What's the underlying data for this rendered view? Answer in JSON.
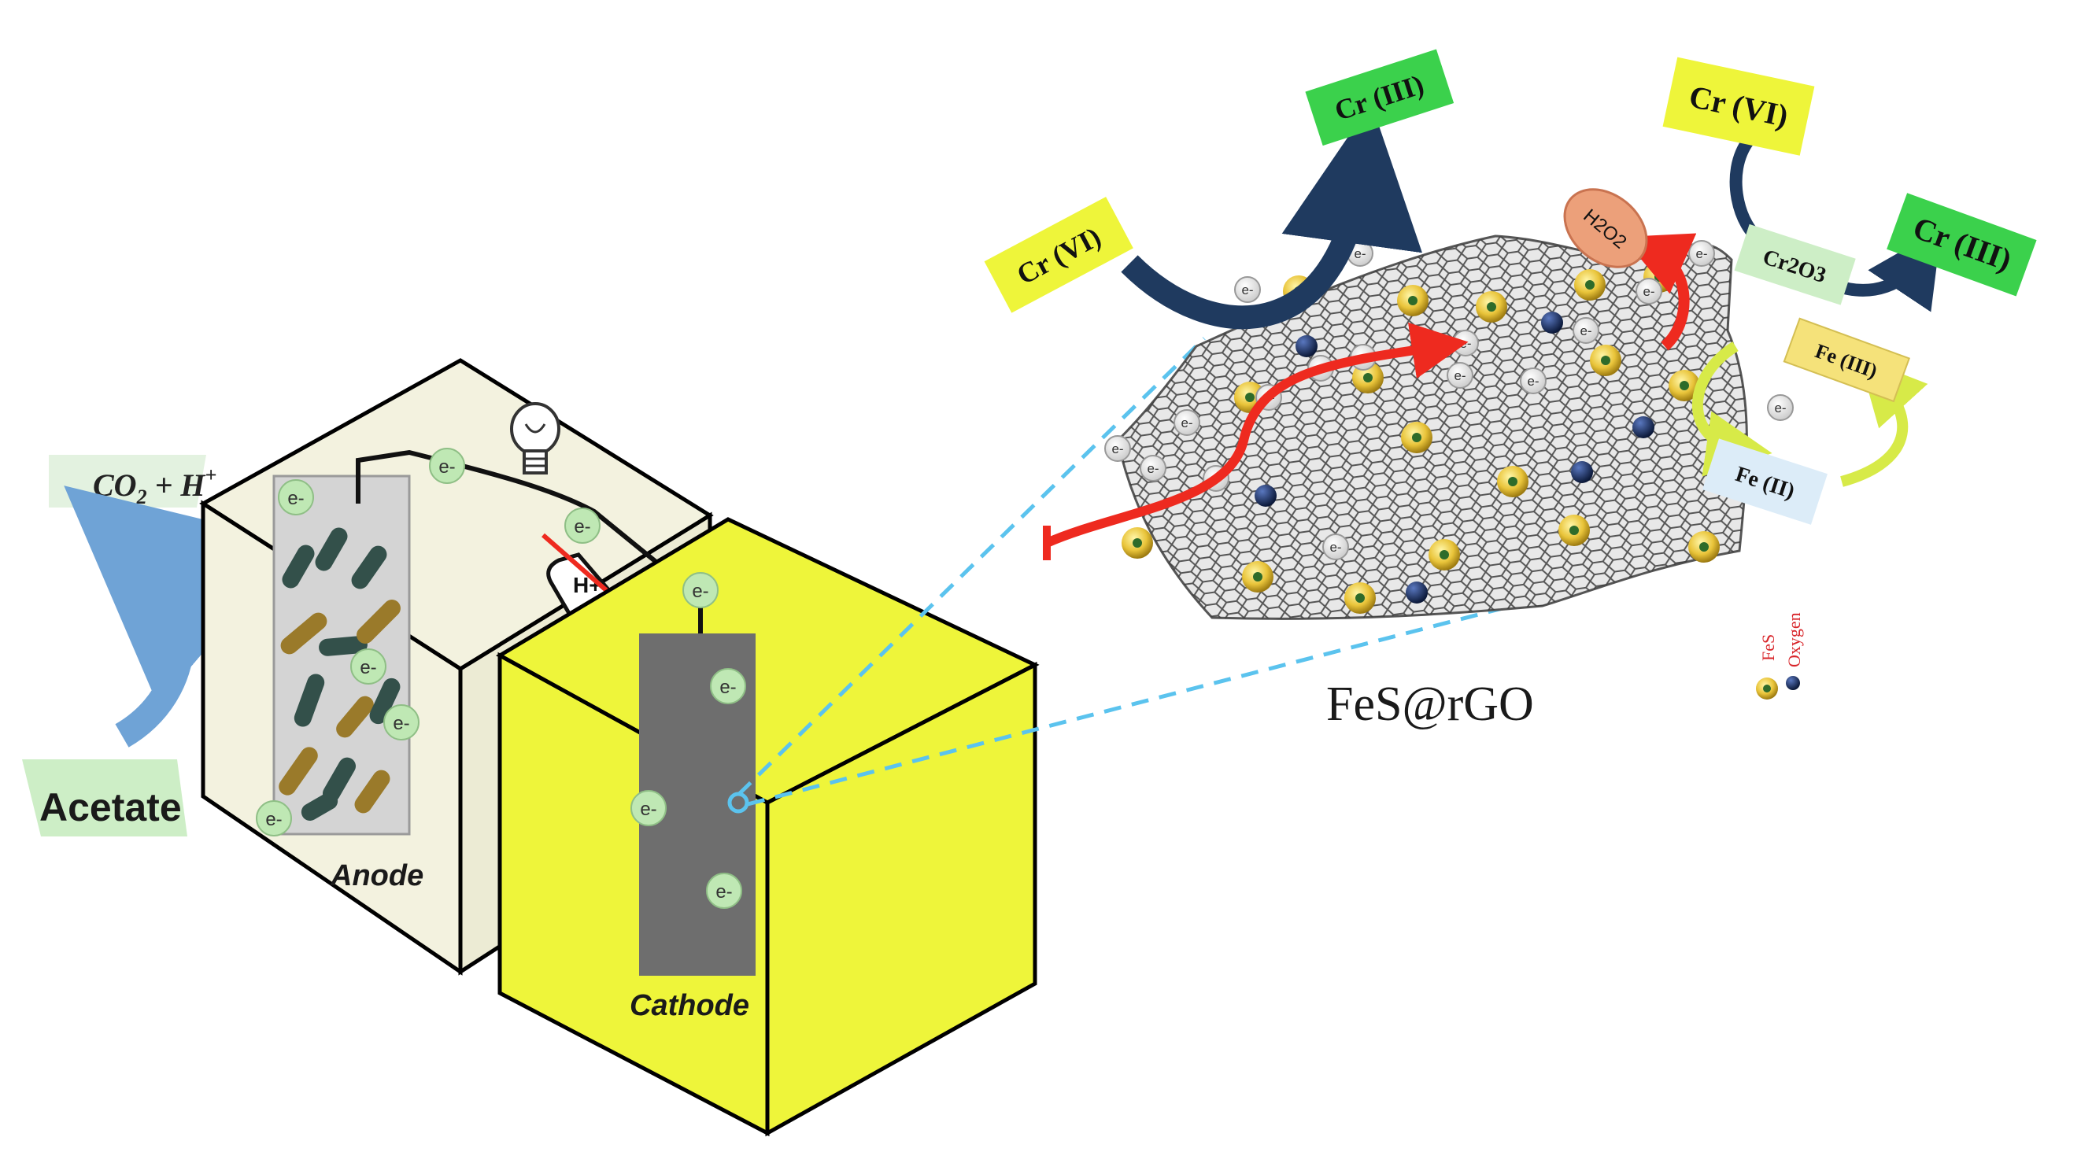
{
  "left_cell": {
    "co2_label": "CO",
    "co2_subscript": "2",
    "co2_suffix": " + H",
    "co2_superscript": "+",
    "acetate_label": "Acetate",
    "anode_label": "Anode",
    "cathode_label": "Cathode",
    "proton_label": "H+",
    "electron_label": "e-"
  },
  "graphene_panel": {
    "caption": "FeS@rGO",
    "cr6_left": "Cr (VI)",
    "cr3_top": "Cr (III)",
    "cr6_right": "Cr (VI)",
    "cr2o3": "Cr2O3",
    "cr3_right": "Cr (III)",
    "h2o2": "H2O2",
    "fe3": "Fe (III)",
    "fe2": "Fe (II)",
    "legend_fes": "FeS",
    "legend_oxygen": "Oxygen",
    "electron_label": "e-"
  },
  "colors": {
    "cathode_yellow": "#eef53a",
    "anode_beige": "#f3f2df",
    "cr3_green": "#3bd14c",
    "cr6_yellow": "#eef53a",
    "electron_green": "#bfe8b4",
    "arrow_red": "#ee2a1f",
    "arrow_navy": "#1f3a5f",
    "dashed_blue": "#5bc3ee",
    "fes_gold": "#e9c43a",
    "oxygen_navy": "#1a2b57"
  }
}
